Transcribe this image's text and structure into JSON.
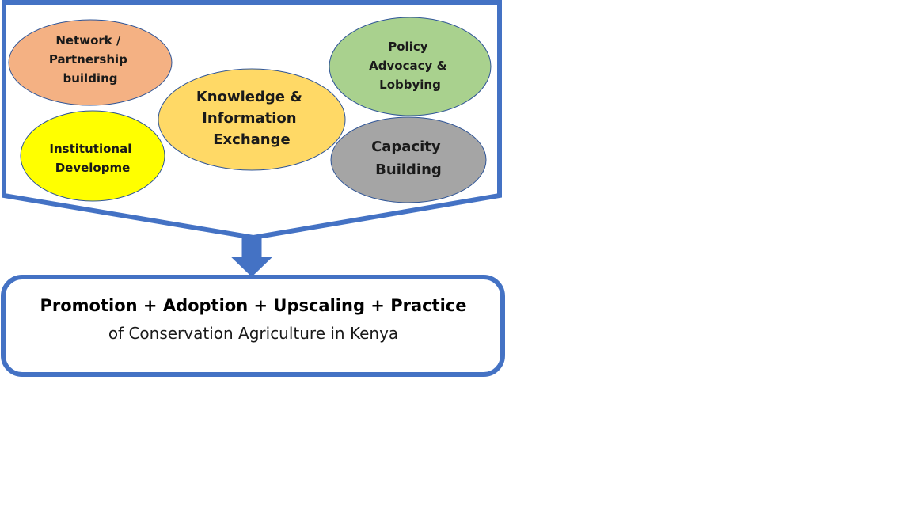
{
  "colors": {
    "frame": "#4472C4",
    "network": "#F4B183",
    "policy": "#A9D18E",
    "knowledge": "#FFD966",
    "institutional": "#FFFF00",
    "capacity": "#A5A5A5"
  },
  "nodes": {
    "network": {
      "lines": [
        "Network /",
        "Partnership",
        "building"
      ]
    },
    "policy": {
      "lines": [
        "Policy",
        "Advocacy &",
        "Lobbying"
      ]
    },
    "knowledge": {
      "lines": [
        "Knowledge &",
        "Information",
        "Exchange"
      ]
    },
    "institutional": {
      "lines": [
        "Institutional",
        "Developme"
      ]
    },
    "capacity": {
      "lines": [
        "Capacity",
        "Building"
      ]
    }
  },
  "outcome": {
    "title": "Promotion + Adoption + Upscaling + Practice",
    "subtitle": "of Conservation Agriculture in Kenya"
  }
}
